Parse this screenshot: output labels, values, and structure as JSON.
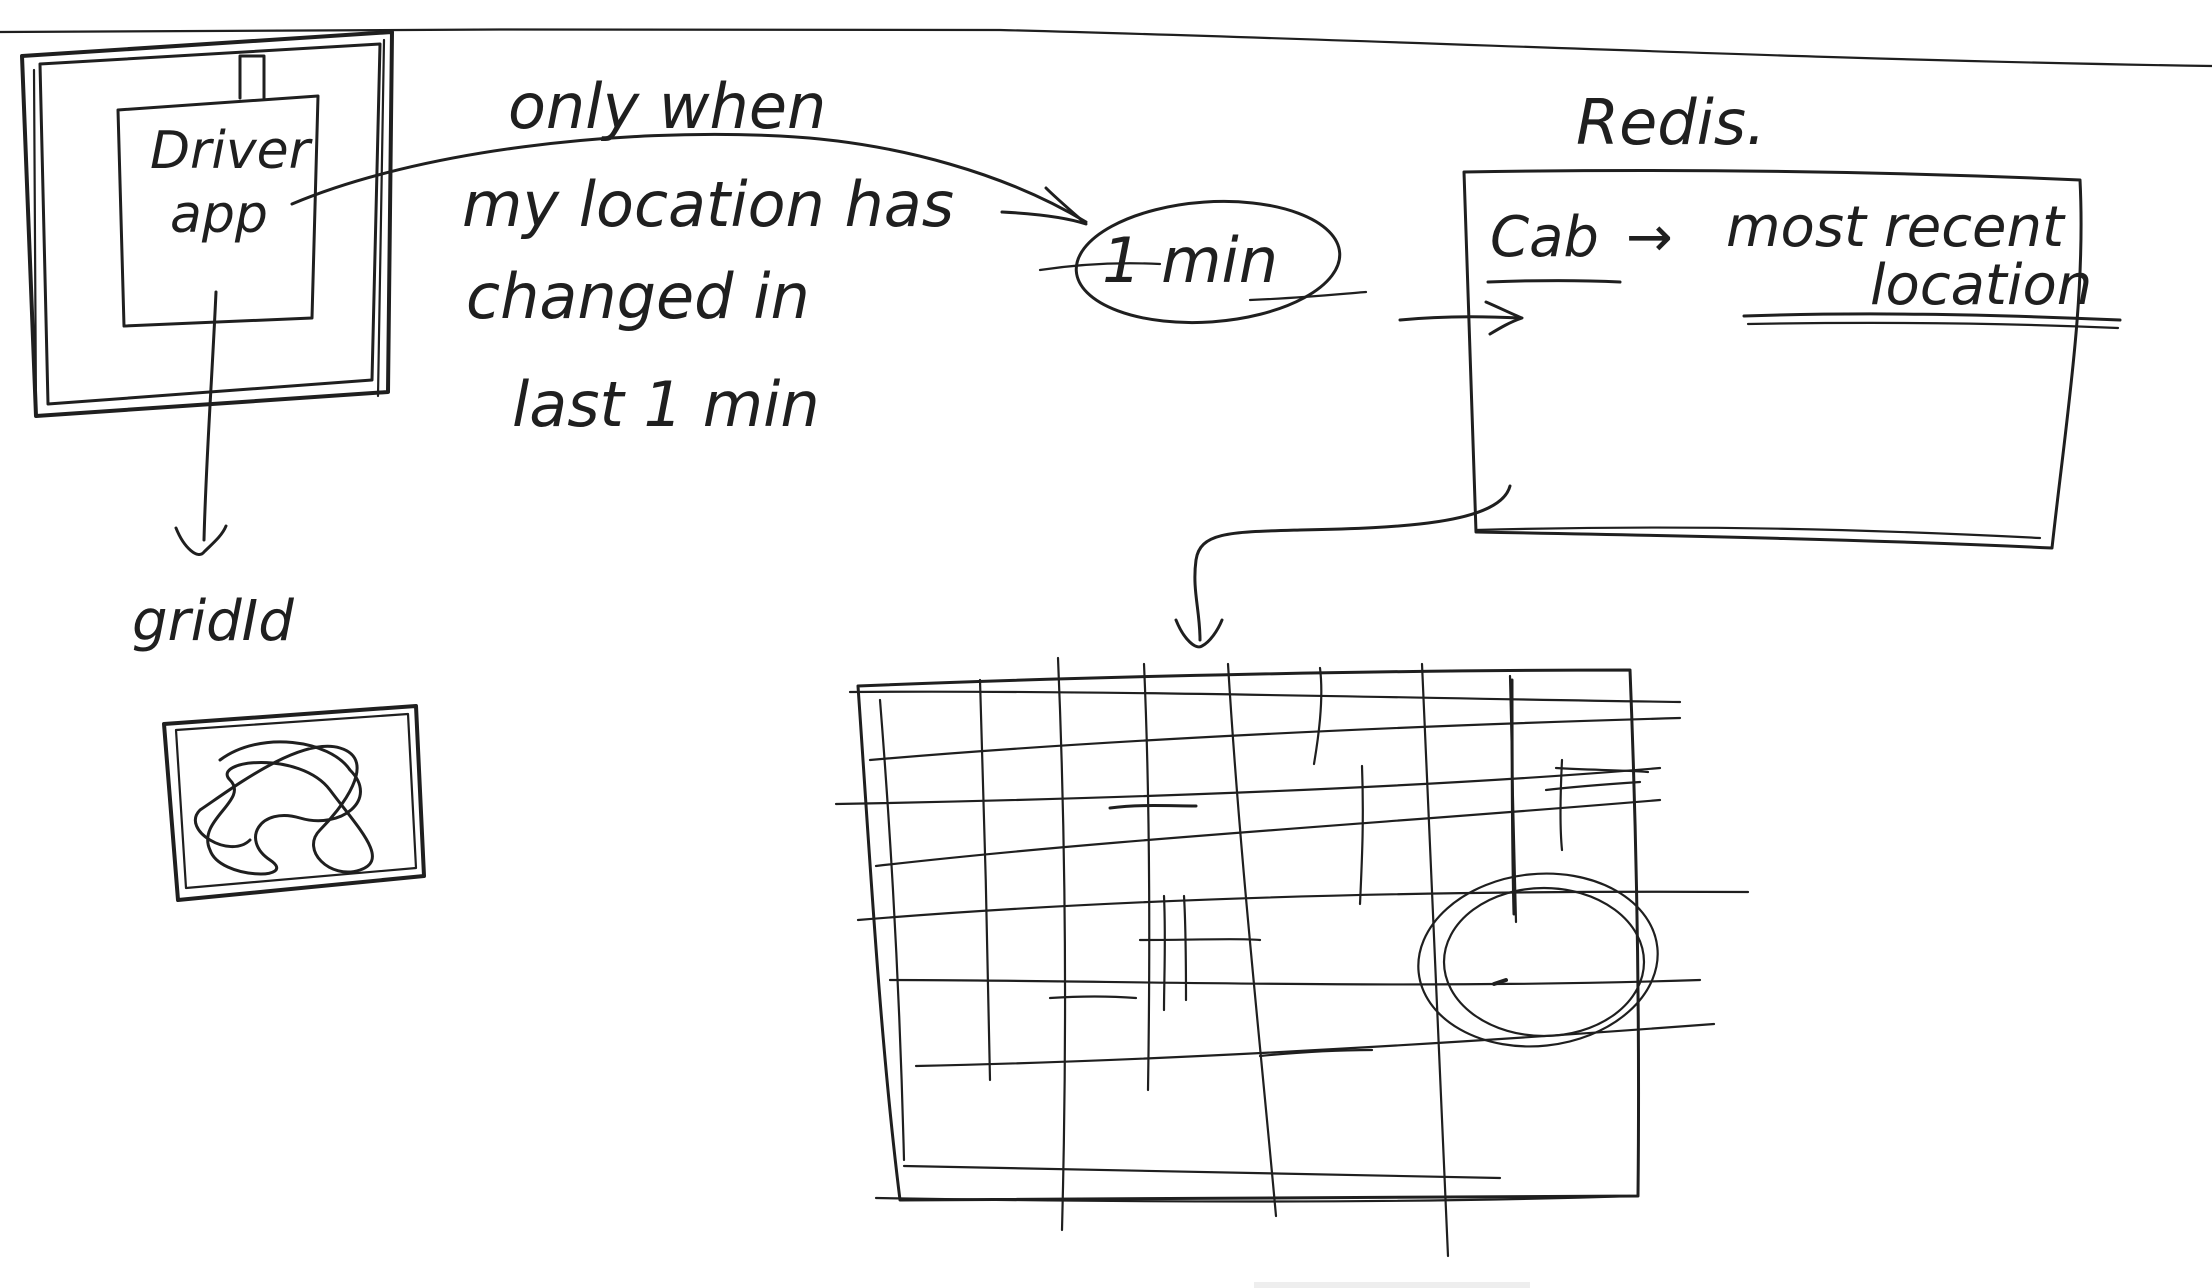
{
  "diagram": {
    "labels": {
      "driver_app": "Driver",
      "driver_app_line2": "app",
      "note_line1": "only when",
      "note_line2": "my location has",
      "note_line3": "changed in",
      "note_line4": "last 1 min",
      "timer": "1 min",
      "store": "Redis.",
      "cab": "Cab",
      "arrow_glyph": "→",
      "recent_line1": "most recent",
      "recent_line2": "location",
      "grid_id": "gridId"
    }
  }
}
